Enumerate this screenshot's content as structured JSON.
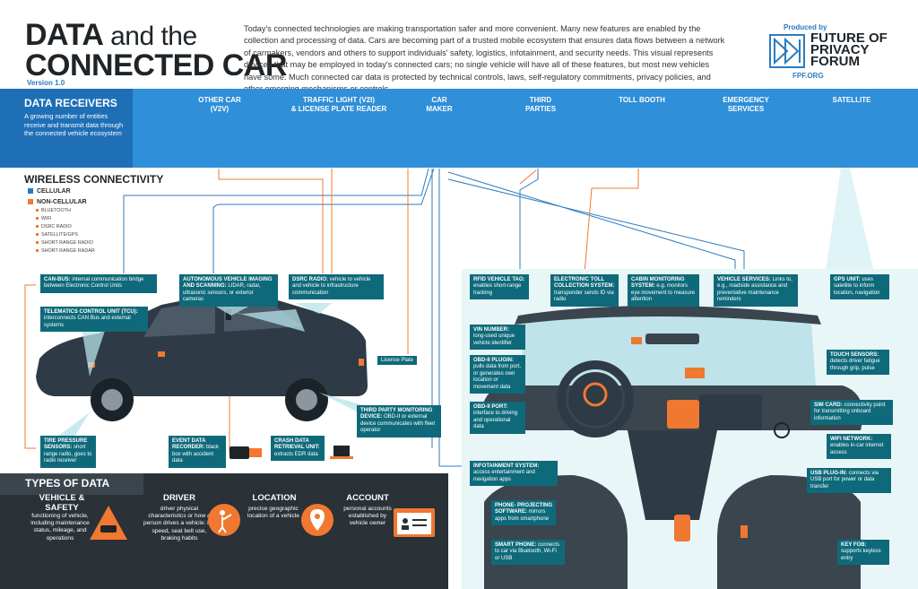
{
  "header": {
    "title_data": "DATA",
    "title_and_the": "and the",
    "title_connected_car": "CONNECTED CAR",
    "version": "Version 1.0",
    "intro": "Today's connected technologies are making transportation safer and more convenient. Many new features are enabled by the collection and processing of data. Cars are becoming part of a trusted mobile ecosystem that ensures data flows  between a network of carmakers, vendors and others to support individuals' safety, logistics, infotainment, and security needs. This visual represents devices that may be employed in today's connected cars; no single vehicle will have all of these features, but most new vehicles have some. Much connected car data is protected by technical controls, laws, self-regulatory commitments, privacy policies, and other emerging mechanisms or controls.",
    "produced_by": "Produced by",
    "org_line1": "FUTURE OF",
    "org_line2": "PRIVACY",
    "org_line3": "FORUM",
    "org_url": "FPF.ORG"
  },
  "receivers": {
    "title": "DATA RECEIVERS",
    "description": "A growing number of entities receive and transmit data through the connected vehicle ecosystem",
    "items": [
      {
        "line1": "OTHER CAR",
        "line2": "(V2V)"
      },
      {
        "line1": "TRAFFIC LIGHT (V2I)",
        "line2": "& LICENSE PLATE READER"
      },
      {
        "line1": "CAR",
        "line2": "MAKER"
      },
      {
        "line1": "THIRD",
        "line2": "PARTIES"
      },
      {
        "line1": "TOLL BOOTH",
        "line2": ""
      },
      {
        "line1": "EMERGENCY",
        "line2": "SERVICES"
      },
      {
        "line1": "SATELLITE",
        "line2": ""
      }
    ]
  },
  "wireless": {
    "title": "WIRELESS CONNECTIVITY",
    "cellular": "CELLULAR",
    "non_cellular": "NON-CELLULAR",
    "sub": [
      "BLUETOOTH",
      "WIFI",
      "DSRC RADIO",
      "SATELLITE/GPS",
      "SHORT RANGE RADIO",
      "SHORT RANGE RADAR"
    ],
    "colors": {
      "cellular": "#2b7bbf",
      "non_cellular": "#f07830"
    }
  },
  "callouts": {
    "canbus": {
      "title": "CAN-BUS:",
      "text": "internal communication bridge between Electronic Control Units"
    },
    "tcu": {
      "title": "TELEMATICS CONTROL UNIT (TCU):",
      "text": "interconnects CAN Bus and external systems"
    },
    "autonomous": {
      "title": "AUTONOMOUS VEHICLE IMAGING AND SCANNING:",
      "text": "LIDAR, radar, ultrasonic sensors, or exterior cameras"
    },
    "dsrc": {
      "title": "DSRC RADIO:",
      "text": "vehicle to vehicle and vehicle to infrastructure communication"
    },
    "license": "License Plate",
    "tire": {
      "title": "TIRE PRESSURE SENSORS:",
      "text": "short range radio, goes to radio receiver"
    },
    "edr": {
      "title": "EVENT DATA RECORDER:",
      "text": "black box with accident data"
    },
    "crash": {
      "title": "CRASH DATA RETRIEVAL UNIT:",
      "text": "extracts EDR data"
    },
    "third_party": {
      "title": "THIRD PARTY MONITORING DEVICE:",
      "text": "OBD-II or external device communicates with fleet operator"
    },
    "rfid": {
      "title": "RFID VEHICLE TAG:",
      "text": "enables short-range tracking"
    },
    "toll": {
      "title": "ELECTRONIC TOLL COLLECTION SYSTEM:",
      "text": "transponder sends ID via radio"
    },
    "cabin": {
      "title": "CABIN MONITORING SYSTEM:",
      "text": "e.g. monitors eye movement to measure attention"
    },
    "services": {
      "title": "VEHICLE SERVICES:",
      "text": "Links to, e.g., roadside assistance and preventative maintenance reminders"
    },
    "gps": {
      "title": "GPS UNIT:",
      "text": "uses satellite to inform location, navigation"
    },
    "vin": {
      "title": "VIN NUMBER:",
      "text": "long-used unique vehicle identifier"
    },
    "obd_plugin": {
      "title": "OBD-II PLUGIN:",
      "text": "pulls data from port, or generates own location or movement data"
    },
    "obd_port": {
      "title": "OBD-II PORT:",
      "text": "interface to driving and operational data"
    },
    "touch": {
      "title": "TOUCH SENSORS:",
      "text": "detects driver fatigue through grip, pulse"
    },
    "sim": {
      "title": "SIM CARD:",
      "text": "connectivity point for transmitting onboard information"
    },
    "wifi": {
      "title": "WIFI NETWORK:",
      "text": "enables in-car internet access"
    },
    "infotainment": {
      "title": "INFOTAINMENT SYSTEM:",
      "text": "access entertainment and navigation apps"
    },
    "usb": {
      "title": "USB PLUG-IN:",
      "text": "connects via USB port for power or data transfer"
    },
    "projecting": {
      "title": "PHONE- PROJECTING SOFTWARE:",
      "text": "mirrors apps from smartphone"
    },
    "smartphone": {
      "title": "SMART PHONE:",
      "text": "connects to car via Bluetooth, Wi-Fi or USB"
    },
    "keyfob": {
      "title": "KEY FOB:",
      "text": "supports keyless entry"
    }
  },
  "types": {
    "title": "TYPES OF DATA",
    "items": [
      {
        "head": "VEHICLE & SAFETY",
        "desc": "functioning of vehicle, including maintenance status, mileage, and operations"
      },
      {
        "head": "DRIVER",
        "desc": "driver physical characteristics or how a person drives a vehicle: i.e. speed, seat belt use, braking habits"
      },
      {
        "head": "LOCATION",
        "desc": "precise geographic location of a vehicle"
      },
      {
        "head": "ACCOUNT",
        "desc": "personal accounts established by vehicle owner"
      }
    ]
  },
  "colors": {
    "band": "#2f8fd8",
    "callout": "#0e6a7a",
    "orange": "#f07830",
    "dark": "#2a3137"
  }
}
